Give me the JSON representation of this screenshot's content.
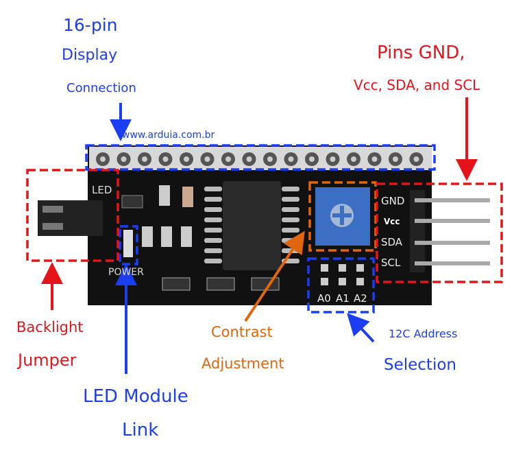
{
  "colors": {
    "blue": "#1c3ef2",
    "red": "#e5141b",
    "orange": "#e0660f",
    "board": "#111111"
  },
  "watermark": "www.arduia.com.br",
  "board_silkscreen": {
    "led": "LED",
    "power": "POWER",
    "gnd": "GND",
    "vcc": "Vcc",
    "sda": "SDA",
    "scl": "SCL",
    "a0": "A0",
    "a1": "A1",
    "a2": "A2"
  },
  "annotations": {
    "display_connection": [
      "16-pin",
      "Display",
      "Connection"
    ],
    "pins": [
      "Pins GND,",
      "Vcc, SDA, and SCL"
    ],
    "backlight": [
      "Backlight",
      "Jumper"
    ],
    "led_module": [
      "LED Module",
      "Link"
    ],
    "contrast": [
      "Contrast",
      "Adjustment"
    ],
    "address": [
      "12C Address",
      "Selection"
    ]
  }
}
